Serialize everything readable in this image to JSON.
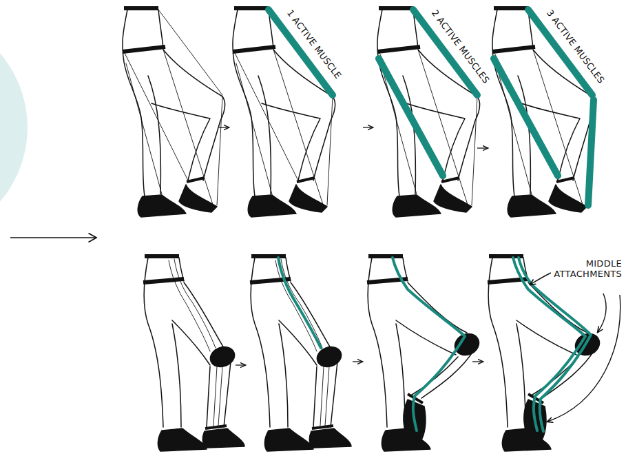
{
  "diagram": {
    "labels": [
      "1 ACTIVE MUSCLE",
      "2 ACTIVE MUSCLES",
      "3 ACTIVE MUSCLES",
      "MIDDLE ATTACHMENTS"
    ]
  }
}
